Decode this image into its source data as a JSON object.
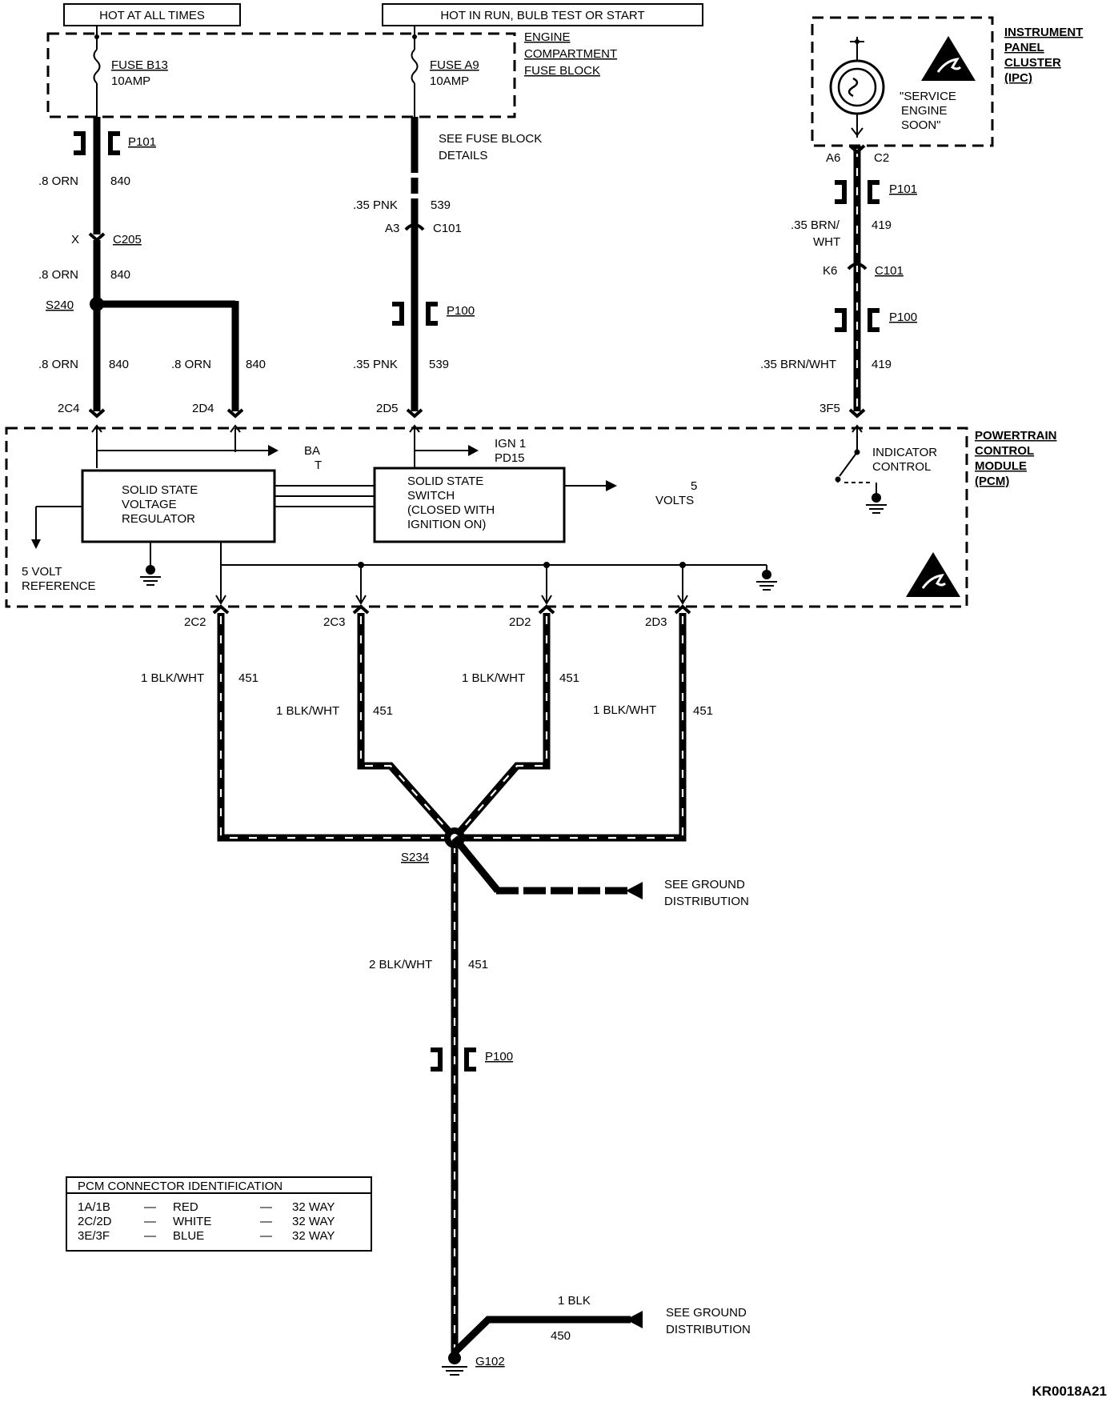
{
  "diagram_id": "KR0018A21",
  "headers": {
    "hot_at_all_times": "HOT AT ALL TIMES",
    "hot_in_run": "HOT IN RUN,  BULB TEST OR START"
  },
  "fuse_block": {
    "label": [
      "ENGINE",
      "COMPARTMENT",
      "FUSE BLOCK"
    ],
    "fuse_b13": {
      "name": "FUSE B13",
      "rating": "10AMP"
    },
    "fuse_a9": {
      "name": "FUSE A9",
      "rating": "10AMP"
    },
    "see_details": [
      "SEE FUSE BLOCK",
      "DETAILS"
    ]
  },
  "ipc": {
    "label": [
      "INSTRUMENT",
      "PANEL",
      "CLUSTER",
      "(IPC)"
    ],
    "lamp_text": [
      "\"SERVICE",
      "ENGINE",
      "SOON\""
    ],
    "pins": {
      "a6": "A6",
      "c2": "C2"
    }
  },
  "wires": {
    "w840": {
      "gauge": ".8 ORN",
      "circuit": "840"
    },
    "w539": {
      "gauge": ".35 PNK",
      "circuit": "539"
    },
    "w419": {
      "gauge_a": ".35 BRN/",
      "gauge_b": "WHT",
      "gauge_full": ".35 BRN/WHT",
      "circuit": "419"
    },
    "w451": {
      "gauge": "1 BLK/WHT",
      "gauge_alt": "1  BLK/WHT",
      "circuit": "451"
    },
    "w451_main": {
      "gauge": "2 BLK/WHT",
      "circuit": "451"
    },
    "w450": {
      "gauge": "1 BLK",
      "circuit": "450"
    }
  },
  "connectors": {
    "p101": "P101",
    "p100": "P100",
    "c205": "C205",
    "c205_pin": "X",
    "c101": "C101",
    "c101_pin_a3": "A3",
    "c101_pin_k6": "K6"
  },
  "splices": {
    "s240": "S240",
    "s234": "S234"
  },
  "ground": {
    "g102": "G102",
    "see_ground": [
      "SEE GROUND",
      "DISTRIBUTION"
    ]
  },
  "pcm": {
    "label": [
      "POWERTRAIN",
      "CONTROL",
      "MODULE",
      "(PCM)"
    ],
    "pins": {
      "p2c4": "2C4",
      "p2d4": "2D4",
      "p2d5": "2D5",
      "p3f5": "3F5",
      "p2c2": "2C2",
      "p2c3": "2C3",
      "p2d2": "2D2",
      "p2d3": "2D3"
    },
    "bat": [
      "BA",
      "T"
    ],
    "ign": [
      "IGN 1",
      "PD15"
    ],
    "regulator": [
      "SOLID STATE",
      "VOLTAGE",
      "REGULATOR"
    ],
    "switch": [
      "SOLID STATE",
      "SWITCH",
      "(CLOSED WITH",
      "IGNITION ON)"
    ],
    "five_volts": [
      "5",
      "VOLTS"
    ],
    "five_volt_ref": [
      "5 VOLT",
      "REFERENCE"
    ],
    "indicator": [
      "INDICATOR",
      "CONTROL"
    ]
  },
  "connector_table": {
    "title": "PCM CONNECTOR IDENTIFICATION",
    "rows": [
      {
        "conn": "1A/1B",
        "dash1": "—",
        "color": "RED",
        "dash2": "—",
        "ways": "32 WAY"
      },
      {
        "conn": "2C/2D",
        "dash1": "—",
        "color": "WHITE",
        "dash2": "—",
        "ways": "32 WAY"
      },
      {
        "conn": "3E/3F",
        "dash1": "—",
        "color": "BLUE",
        "dash2": "—",
        "ways": "32 WAY"
      }
    ]
  }
}
